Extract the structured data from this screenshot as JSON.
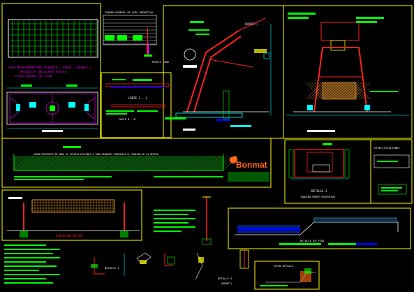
{
  "colors": {
    "background": "#000000",
    "frame": "#ffff00",
    "structure": "#ff2020",
    "annotation": "#00ff00",
    "dimension": "#00ffff",
    "detail": "#ff00ff",
    "text": "#ffffff",
    "blue": "#0000ff",
    "logo_orange": "#ff6a13"
  },
  "labels": {
    "plan_caption_1": "LOSA MULTIDEPORTIVA (FULBITO , VOLEY , BASKET )",
    "plan_caption_2": "MEDIDAS DE CANCHA PARA FULBITO",
    "plan_caption_3": "PLANTA GENERAL     ESC 1/100",
    "table_title": "CUADRO GENERAL DE LOSA DEPORTIVA",
    "pipe_profile": "PERFIL TUBO",
    "section_1": "CORTE 1 - 1",
    "section_2": "CORTE B - B",
    "basket_label": "(BASKET)",
    "banner_note": "SEGUN PROPUESTA DE OBRA    SE ESTUDIA OPCIONES A TUBO PARANTES PUNTUALES   EL TABLERO DE LA REPISA",
    "logo_text": "Bonmat",
    "net_elevation": "ELEVACION DE RED",
    "detail_2": "DETALLE 2",
    "detail_2_sub": "TABLERO PARTE POSTERIOR",
    "general_notes": "ESPECIFICACIONES",
    "detail_1": "DETALLE 1",
    "detail_a": "DETALLE A",
    "detail_a_sub": "(BASKET)",
    "floor_detail": "DETALLE DE PISO",
    "bottom_title": "TECHO DETALLE"
  }
}
